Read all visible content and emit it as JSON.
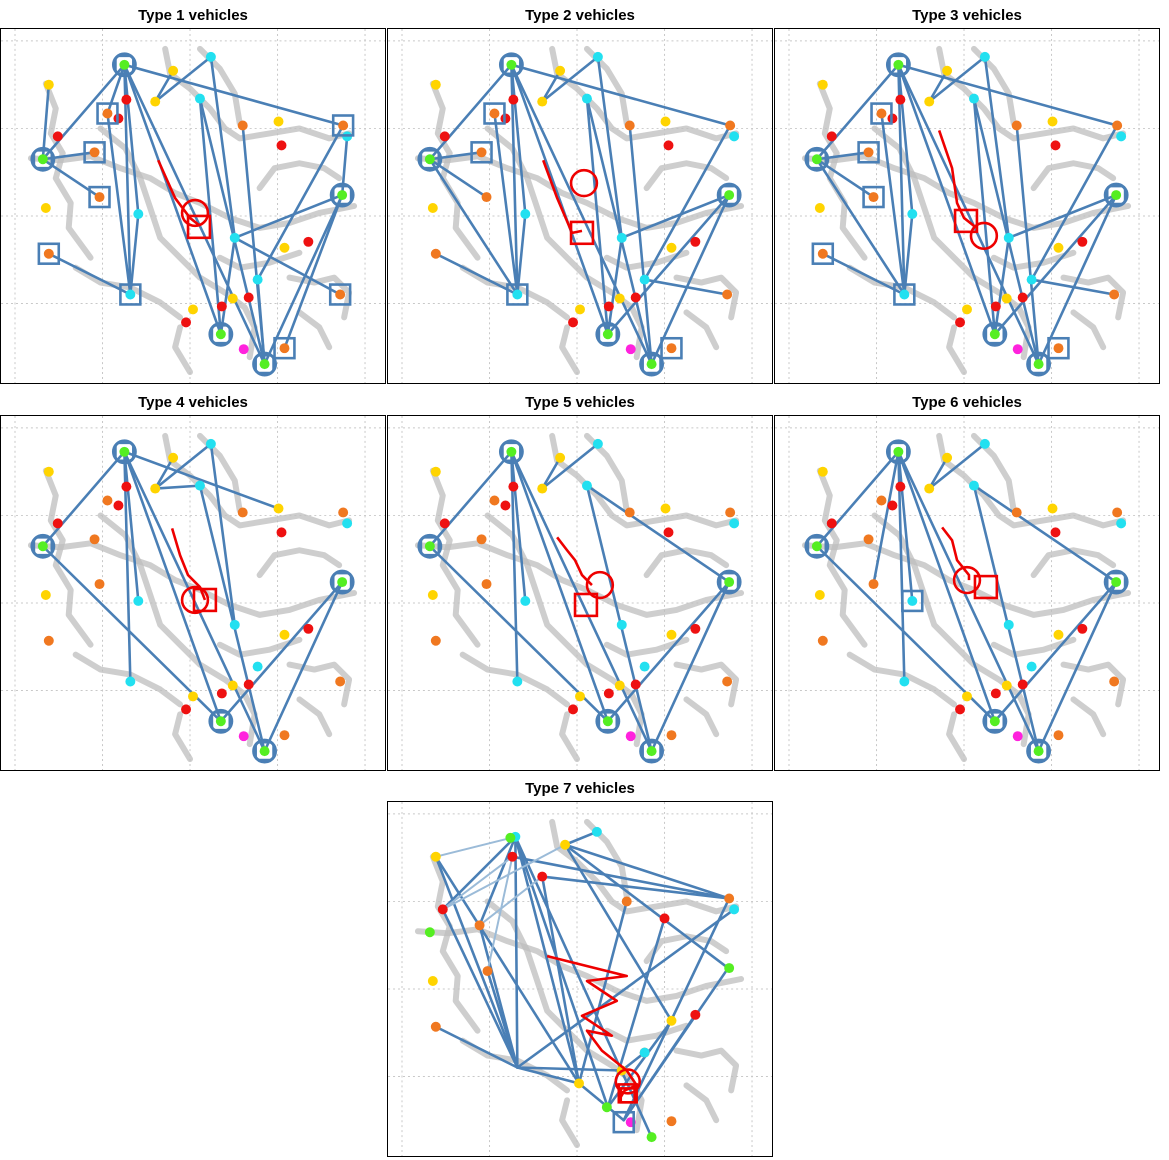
{
  "figure": {
    "panels": [
      {
        "title": "Type 1 vehicles"
      },
      {
        "title": "Type 2 vehicles"
      },
      {
        "title": "Type 3 vehicles"
      },
      {
        "title": "Type 4 vehicles"
      },
      {
        "title": "Type 5 vehicles"
      },
      {
        "title": "Type 6 vehicles"
      },
      {
        "title": "Type 7 vehicles"
      }
    ]
  },
  "colors": {
    "route": "#4a7fb5",
    "route_light": "#9bbbd8",
    "path": "#ee0000",
    "node_yellow": "#ffd400",
    "node_orange": "#f07820",
    "node_red": "#ee1111",
    "node_cyan": "#22e0f0",
    "node_green": "#55ee22",
    "node_magenta": "#ff22dd",
    "river": "#bdbdbd",
    "grid": "#c8c8c8"
  }
}
